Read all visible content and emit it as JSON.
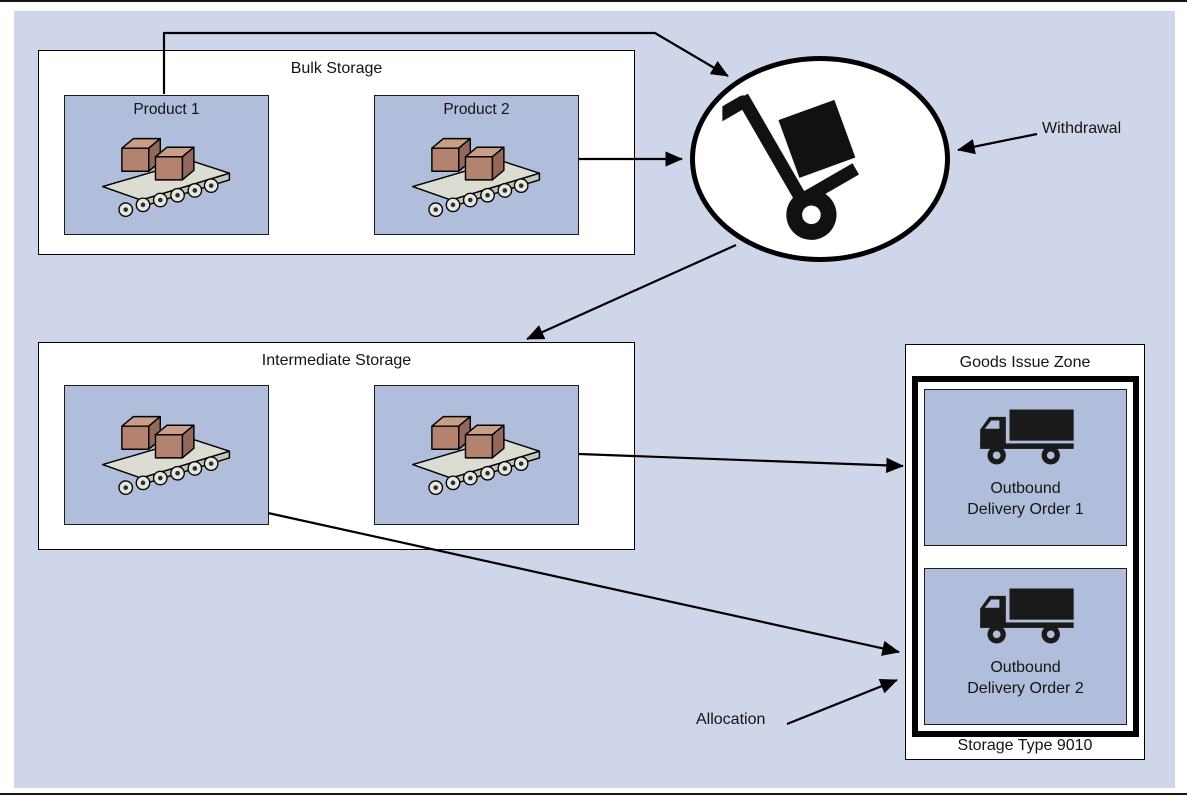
{
  "colors": {
    "panel_background": "#cfd6e9",
    "box_fill": "#b1bedb",
    "box_border": "#1c1c1c",
    "white": "#ffffff",
    "line": "#000000",
    "crate_front": "#b3836f",
    "crate_top": "#c99e89",
    "crate_side": "#92685a",
    "belt": "#dcdcd2"
  },
  "bulk_storage": {
    "title": "Bulk Storage",
    "products": [
      {
        "label": "Product 1"
      },
      {
        "label": "Product 2"
      }
    ]
  },
  "intermediate_storage": {
    "title": "Intermediate Storage"
  },
  "goods_issue_zone": {
    "title": "Goods Issue Zone",
    "storage_type_label": "Storage Type 9010",
    "orders": [
      {
        "line1": "Outbound",
        "line2": "Delivery Order 1"
      },
      {
        "line1": "Outbound",
        "line2": "Delivery Order 2"
      }
    ]
  },
  "labels": {
    "withdrawal": "Withdrawal",
    "allocation": "Allocation"
  },
  "icons": {
    "conveyor": "conveyor-with-crates-icon",
    "hand_truck": "hand-truck-icon",
    "truck": "delivery-truck-icon"
  }
}
